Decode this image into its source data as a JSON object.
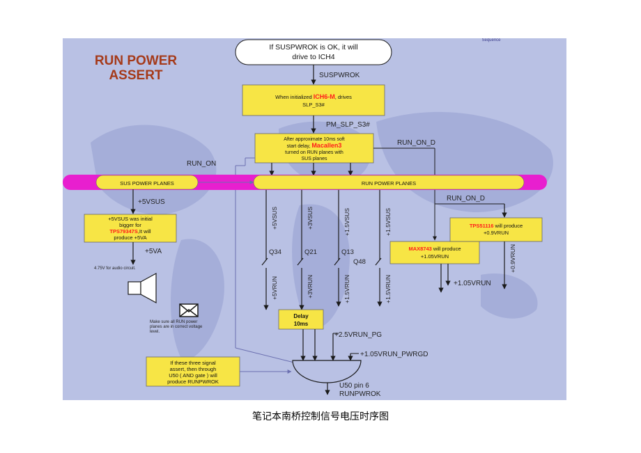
{
  "diagram": {
    "title_line1": "RUN POWER",
    "title_line2": "ASSERT",
    "corner_fragment": "Sequence",
    "top_note_line1": "If SUSPWROK is OK, it will",
    "top_note_line2": "drive to ICH4",
    "signals": {
      "suspwrok": "SUSPWROK",
      "pm_slp_s3": "PM_SLP_S3#",
      "run_on_d_top": "RUN_ON_D",
      "run_on": "RUN_ON",
      "run_on_d_right": "RUN_ON_D",
      "v5sus": "+5VSUS",
      "v5va": "+5VA",
      "v1_05vrun_right": "+1.05VRUN",
      "v0_9vrun": "+0.9VRUN",
      "v2_5vrun_pg": "+2.5VRUN_PG",
      "v1_05vrun_pwrgd": "+1.05VRUN_PWRGD",
      "u50_pin6": "U50 pin 6",
      "runpwrok": "RUNPWROK"
    },
    "ich_box": {
      "prefix": "When initialized ",
      "highlight": "ICH6-M",
      "suffix": ", drives",
      "line2": "SLP_S3#"
    },
    "macallen_box": {
      "line1": "After approximate 10ms soft",
      "line2_prefix": "start delay, ",
      "line2_highlight": "Macallen3",
      "line3": "turned on RUN planes with",
      "line4": "SUS planes"
    },
    "sus_planes_label": "SUS POWER PLANES",
    "run_planes_label": "RUN POWER PLANES",
    "tps_left_box": {
      "line1": "+5VSUS was initial",
      "line2": "bigger for",
      "line3_highlight": "TPS79347S",
      "line3_suffix": ",It will",
      "line4": "produce +5VA"
    },
    "audio_note": "4.75V for audio circuit.",
    "mail_note_line1": "Make sure all RUN power",
    "mail_note_line2": "planes are in correct voltage",
    "mail_note_line3": "level.",
    "sus_rails": [
      "+5VSUS",
      "+3VSUS",
      "+1.5VSUS",
      "+1.5VSUS"
    ],
    "switches": [
      "Q34",
      "Q21",
      "Q13",
      "Q48"
    ],
    "run_rails": [
      "+5VRUN",
      "+3VRUN",
      "+1.5VRUN",
      "+1.5VRUN"
    ],
    "max_box": {
      "highlight": "MAX8743",
      "suffix": " will produce",
      "line2": "+1.05VRUN"
    },
    "tps51116_box": {
      "highlight": "TPS51116",
      "suffix": " will produce",
      "line2": "+0.9VRUN"
    },
    "vertical_0_9vrun": "+0.9VRUN",
    "delay_box_line1": "Delay",
    "delay_box_line2": "10ms",
    "and_note": {
      "line1": "If these three signal",
      "line2": "assert, then through",
      "line3": "U50 ( AND gate ) will",
      "line4": "produce RUNPWROK"
    },
    "colors": {
      "background": "#b9c1e4",
      "box_fill": "#f7e545",
      "highlight_text": "#ff1a1a",
      "bar_magenta": "#e81fcf",
      "line": "#1a1a1a",
      "title": "#a53a1a"
    }
  },
  "caption": "笔记本南桥控制信号电压时序图"
}
